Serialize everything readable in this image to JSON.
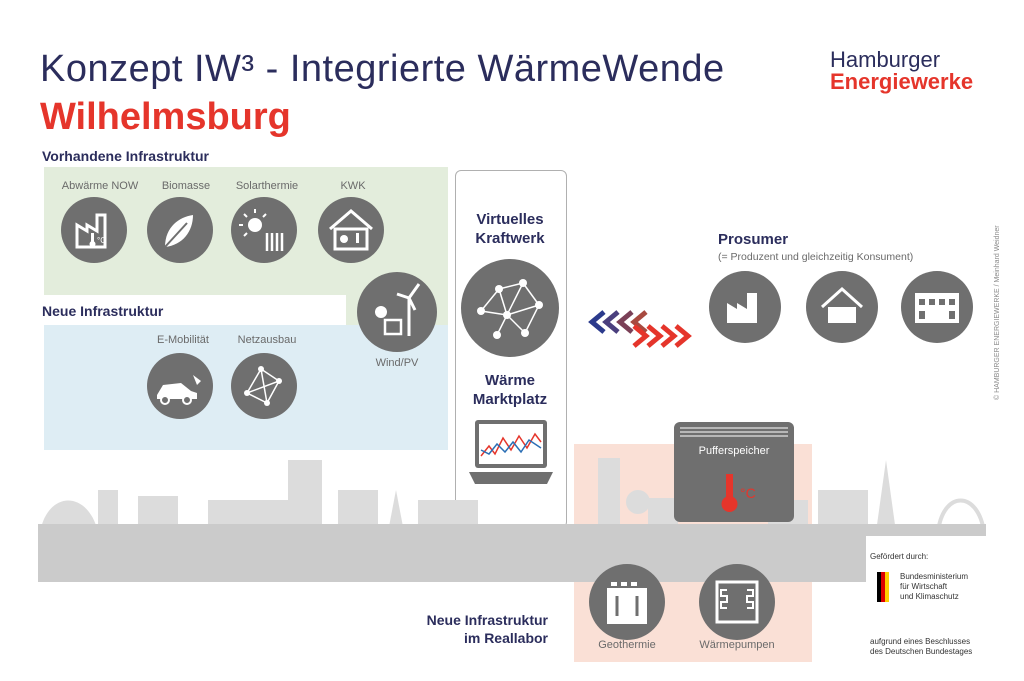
{
  "header": {
    "title": "Konzept IW³ - Integrierte WärmeWende",
    "subtitle": "Wilhelmsburg"
  },
  "brand": {
    "line1": "Hamburger",
    "line2": "Energiewerke"
  },
  "existing": {
    "title": "Vorhandene Infrastruktur",
    "items": [
      {
        "label": "Abwärme NOW",
        "icon": "factory-thermometer-icon"
      },
      {
        "label": "Biomasse",
        "icon": "leaves-icon"
      },
      {
        "label": "Solarthermie",
        "icon": "sun-collector-icon"
      },
      {
        "label": "KWK",
        "icon": "house-chp-icon"
      }
    ]
  },
  "new_infra": {
    "title": "Neue Infrastruktur",
    "items": [
      {
        "label": "E-Mobilität",
        "icon": "electric-car-icon"
      },
      {
        "label": "Netzausbau",
        "icon": "network-icon"
      }
    ],
    "windpv": "Wind/PV"
  },
  "center": {
    "vpp_line1": "Virtuelles",
    "vpp_line2": "Kraftwerk",
    "market_line1": "Wärme",
    "market_line2": "Marktplatz"
  },
  "prosumer": {
    "title": "Prosumer",
    "subtitle": "(= Produzent und gleichzeitig Konsument)"
  },
  "storage": {
    "label": "Pufferspeicher"
  },
  "reallabor": {
    "title_line1": "Neue Infrastruktur",
    "title_line2": "im Reallabor",
    "items": [
      {
        "label": "Geothermie",
        "icon": "geothermal-icon"
      },
      {
        "label": "Wärmepumpen",
        "icon": "heat-pump-icon"
      }
    ]
  },
  "funding": {
    "intro": "Gefördert durch:",
    "ministry_line1": "Bundesministerium",
    "ministry_line2": "für Wirtschaft",
    "ministry_line3": "und Klimaschutz",
    "decision_line1": "aufgrund eines Beschlusses",
    "decision_line2": "des Deutschen Bundestages"
  },
  "credit": "© HAMBURGER ENERGIEWERKE / Meinhard Weidner",
  "colors": {
    "navy": "#2b2d5c",
    "red": "#e5352b",
    "grey": "#6f6f6f",
    "green_bg": "#e3eddc",
    "blue_bg": "#deedf4",
    "salmon_bg": "#fae0d6"
  }
}
